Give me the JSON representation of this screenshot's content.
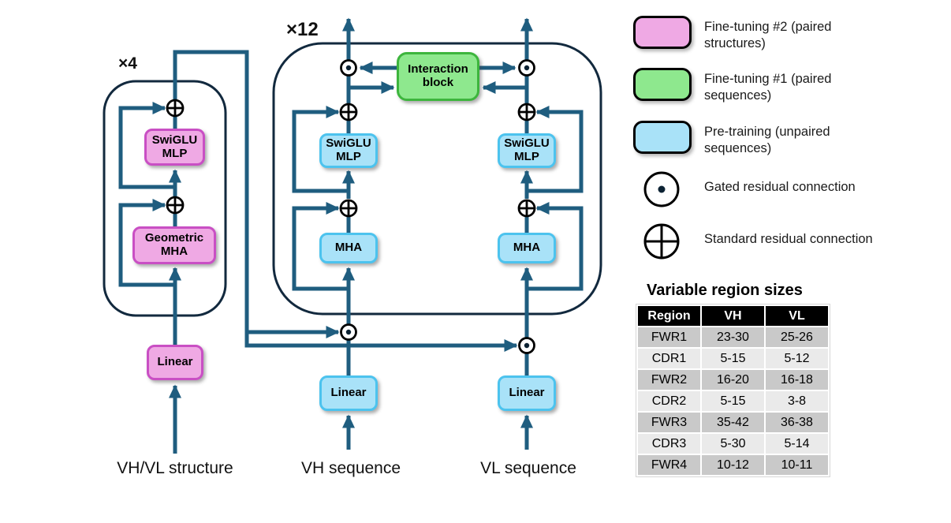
{
  "palette": {
    "arrow_teal": "#1f5d7f",
    "container_navy": "#12293e",
    "pink_fill": "#efa9e4",
    "pink_border": "#c94fc4",
    "green_fill": "#8ee88e",
    "green_border": "#3db53d",
    "blue_fill": "#a9e2f8",
    "blue_border": "#4cc3ee",
    "table_header_bg": "#000000",
    "table_row_dark": "#c9c9c9",
    "table_row_light": "#eaeaea"
  },
  "diagram": {
    "structure_encoder": {
      "repeat_label": "×4",
      "swiglu_label": "SwiGLU MLP",
      "mha_label": "Geometric MHA",
      "linear_label": "Linear",
      "input_label": "VH/VL structure"
    },
    "sequence_encoder": {
      "repeat_label": "×12",
      "interaction_label": "Interaction block",
      "vh": {
        "swiglu_label": "SwiGLU MLP",
        "mha_label": "MHA",
        "linear_label": "Linear",
        "input_label": "VH sequence"
      },
      "vl": {
        "swiglu_label": "SwiGLU MLP",
        "mha_label": "MHA",
        "linear_label": "Linear",
        "input_label": "VL sequence"
      }
    }
  },
  "legend": {
    "items": [
      {
        "swatch": "pink",
        "swatch_color": "#efa9e4",
        "label": "Fine-tuning #2 (paired structures)"
      },
      {
        "swatch": "green",
        "swatch_color": "#8ee88e",
        "label": "Fine-tuning #1 (paired sequences)"
      },
      {
        "swatch": "blue",
        "swatch_color": "#a9e2f8",
        "label": "Pre-training (unpaired sequences)"
      },
      {
        "icon": "gated-residual-icon",
        "label": "Gated residual connection"
      },
      {
        "icon": "standard-residual-icon",
        "label": "Standard residual connection"
      }
    ]
  },
  "table": {
    "title": "Variable region sizes",
    "headers": [
      "Region",
      "VH",
      "VL"
    ],
    "rows": [
      [
        "FWR1",
        "23-30",
        "25-26"
      ],
      [
        "CDR1",
        "5-15",
        "5-12"
      ],
      [
        "FWR2",
        "16-20",
        "16-18"
      ],
      [
        "CDR2",
        "5-15",
        "3-8"
      ],
      [
        "FWR3",
        "35-42",
        "36-38"
      ],
      [
        "CDR3",
        "5-30",
        "5-14"
      ],
      [
        "FWR4",
        "10-12",
        "10-11"
      ]
    ]
  }
}
